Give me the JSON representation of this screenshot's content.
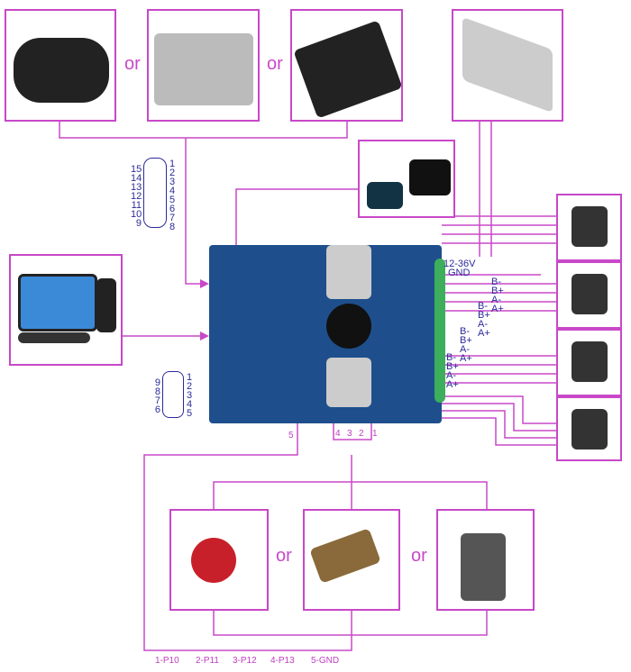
{
  "labels": {
    "or": "or",
    "power": "12-36V",
    "gnd": "GND",
    "b_minus": "B-",
    "b_plus": "B+",
    "a_minus": "A-",
    "a_plus": "A+"
  },
  "db15_pins": {
    "right": [
      "1",
      "2",
      "3",
      "4",
      "5",
      "6",
      "7",
      "8"
    ],
    "left": [
      "15",
      "14",
      "13",
      "12",
      "11",
      "10",
      "9"
    ]
  },
  "db9_pins": {
    "right": [
      "1",
      "2",
      "3",
      "4",
      "5"
    ],
    "left": [
      "9",
      "8",
      "7",
      "6"
    ]
  },
  "port_pins": [
    "1",
    "2",
    "3",
    "4",
    "5"
  ],
  "bottom_legend": [
    "1-P10",
    "2-P11",
    "3-P12",
    "4-P13",
    "5-GND"
  ],
  "colors": {
    "wire": "#c848c8",
    "board": "#1e4f8c",
    "text": "#2a2a9a"
  }
}
